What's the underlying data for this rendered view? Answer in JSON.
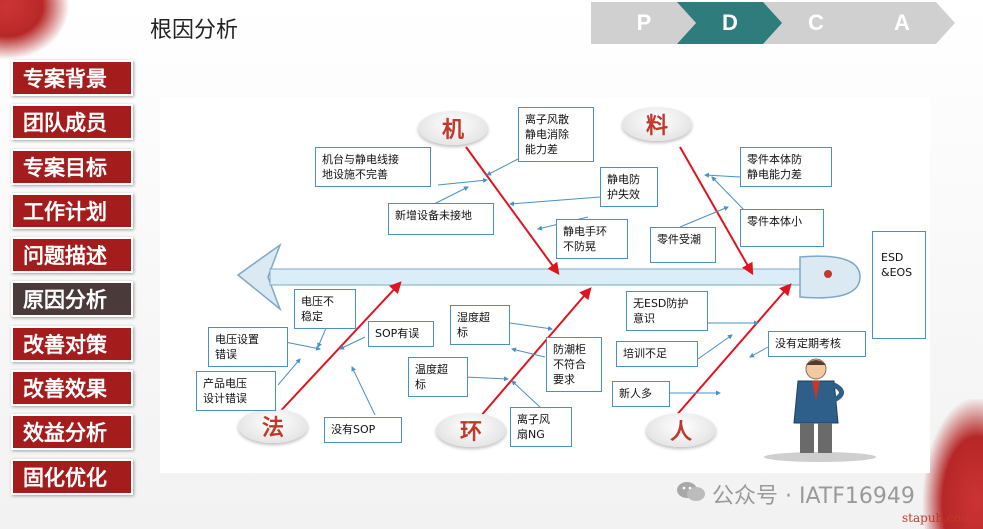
{
  "page": {
    "title": "根因分析"
  },
  "pdca": {
    "steps": [
      {
        "label": "P",
        "color": "#d0d0d0"
      },
      {
        "label": "D",
        "color": "#2e7c7c"
      },
      {
        "label": "C",
        "color": "#d0d0d0"
      },
      {
        "label": "A",
        "color": "#d0d0d0"
      }
    ],
    "active": "D"
  },
  "sidebar": {
    "items": [
      {
        "label": "专案背景"
      },
      {
        "label": "团队成员"
      },
      {
        "label": "专案目标"
      },
      {
        "label": "工作计划"
      },
      {
        "label": "问题描述"
      },
      {
        "label": "原因分析"
      },
      {
        "label": "改善对策"
      },
      {
        "label": "改善效果"
      },
      {
        "label": "效益分析"
      },
      {
        "label": "固化优化"
      }
    ],
    "active_index": 5
  },
  "diagram": {
    "categories": {
      "machine": "机",
      "material": "料",
      "method": "法",
      "environment": "环",
      "people": "人"
    },
    "effect": "ESD\n&EOS",
    "causes": {
      "ion_fan": "离子风散\n静电消除\n能力差",
      "machine_ground": "机台与静电线接\n地设施不完善",
      "new_equipment": "新增设备未接地",
      "esd_protection": "静电防\n护失效",
      "wrist_strap": "静电手环\n不防晃",
      "part_esd": "零件本体防\n静电能力差",
      "part_damp": "零件受潮",
      "part_small": "零件本体小",
      "voltage_unstable": "电压不\n稳定",
      "voltage_setting": "电压设置\n错误",
      "sop_error": "SOP有误",
      "design_error": "产品电压\n设计错误",
      "no_sop": "没有SOP",
      "humidity_target": "湿度超\n标",
      "moisture_cabinet": "防潮柜\n不符合\n要求",
      "temperature_target": "温度超\n标",
      "ion_fan_ng": "离子风\n扇NG",
      "no_esd_awareness": "无ESD防护\n意识",
      "training": "培训不足",
      "no_assessment": "没有定期考核",
      "new_people": "新人多"
    }
  },
  "watermark": {
    "text": "公众号 · IATF16949",
    "site": "stapub.com"
  }
}
